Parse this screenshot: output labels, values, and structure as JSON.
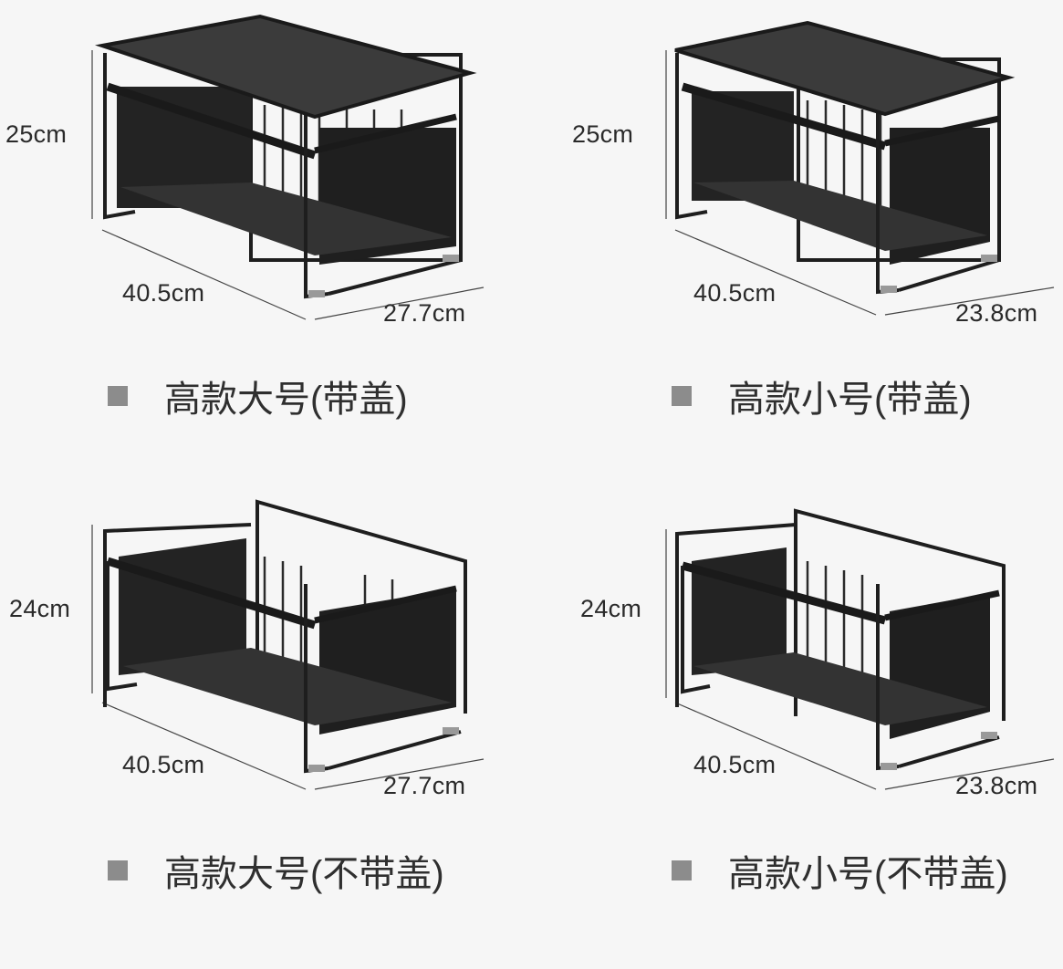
{
  "products": [
    {
      "height": "25cm",
      "length": "40.5cm",
      "depth": "27.7cm",
      "caption": "高款大号(带盖)",
      "lid": true,
      "size": "large"
    },
    {
      "height": "25cm",
      "length": "40.5cm",
      "depth": "23.8cm",
      "caption": "高款小号(带盖)",
      "lid": true,
      "size": "small"
    },
    {
      "height": "24cm",
      "length": "40.5cm",
      "depth": "27.7cm",
      "caption": "高款大号(不带盖)",
      "lid": false,
      "size": "large"
    },
    {
      "height": "24cm",
      "length": "40.5cm",
      "depth": "23.8cm",
      "caption": "高款小号(不带盖)",
      "lid": false,
      "size": "small"
    }
  ],
  "colors": {
    "background": "#f6f6f6",
    "metal": "#1e1e1e",
    "lid": "#3b3b3b",
    "bullet": "#8c8c8c"
  }
}
